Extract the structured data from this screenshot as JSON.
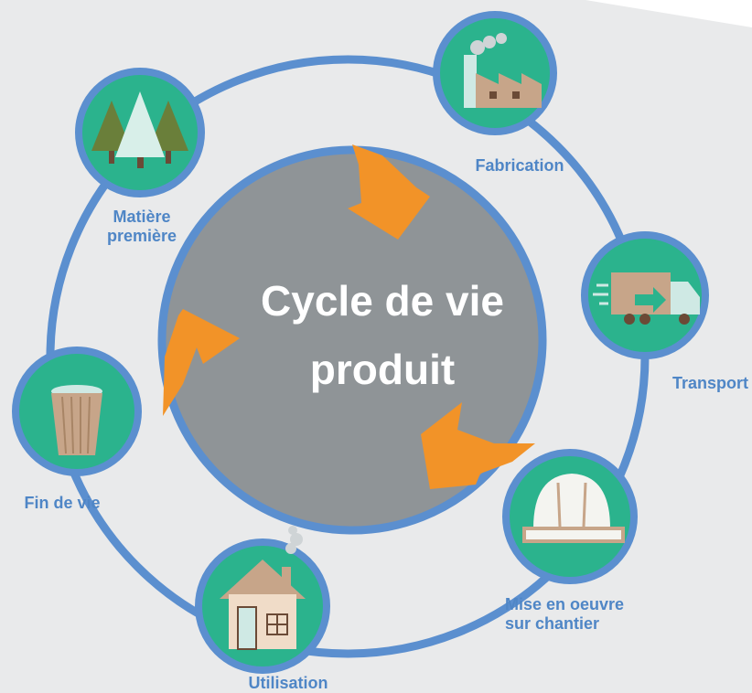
{
  "center": {
    "line1": "Cycle de vie",
    "line2": "produit"
  },
  "stages": {
    "fabrication": "Fabrication",
    "transport": "Transport",
    "mise_line1": "Mise en oeuvre",
    "mise_line2": "sur chantier",
    "utilisation": "Utilisation",
    "fin_de_vie": "Fin de vie",
    "matiere_line1": "Matière",
    "matiere_line2": "première"
  },
  "colors": {
    "background": "#e9eaeb",
    "ring": "#5b8fcf",
    "center_fill": "#8f9497",
    "center_border": "#5b8fcf",
    "icon_fill": "#2bb38d",
    "arrow": "#f29328",
    "label": "#4f86c6"
  }
}
